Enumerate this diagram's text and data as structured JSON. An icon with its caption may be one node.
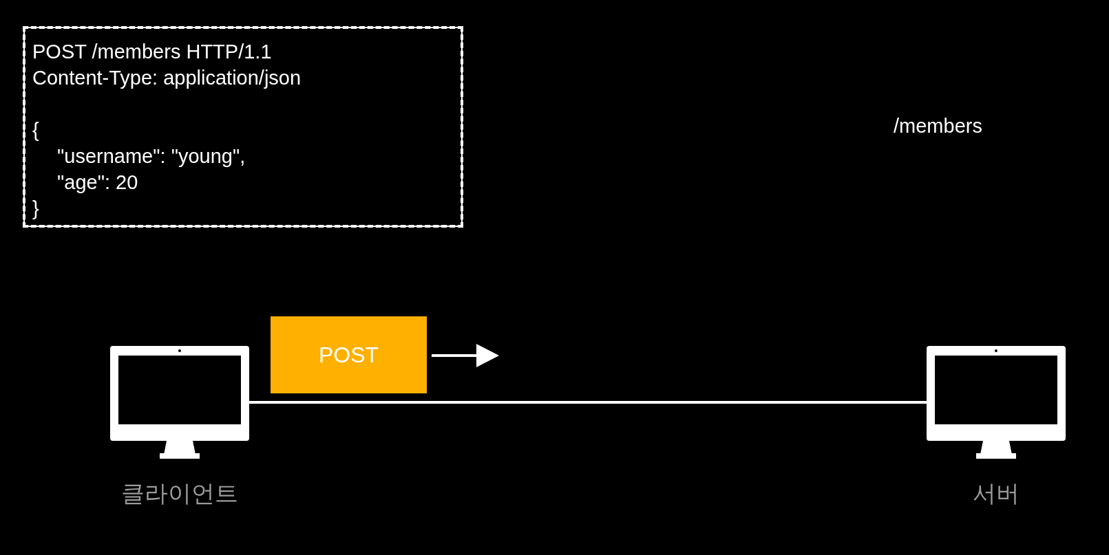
{
  "diagram": {
    "nodes": [
      {
        "text": [
          "POST /members HTTP/1.1",
          "Content-Type: application/json",
          "{",
          "\"username\": \"young\",",
          "\"age\": 20",
          "}"
        ]
      },
      {
        "text": [
          "클라이언트"
        ]
      },
      {
        "text": [
          "서버"
        ]
      },
      {
        "text": [
          "POST"
        ]
      }
    ],
    "edges": [
      {
        "from": 1,
        "to": 2,
        "arrow": "none"
      }
    ],
    "labels": [
      "/members"
    ]
  }
}
